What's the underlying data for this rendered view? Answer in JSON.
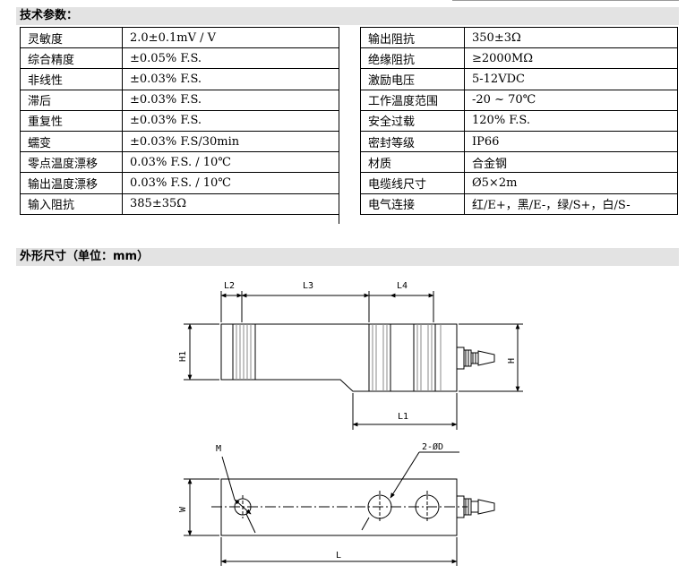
{
  "section1": {
    "title": "技术参数："
  },
  "section2": {
    "title": "外形尺寸（单位：mm）"
  },
  "specs_left": [
    {
      "label": "灵敏度",
      "value": "2.0±0.1mV / V"
    },
    {
      "label": "综合精度",
      "value": "±0.05% F.S."
    },
    {
      "label": "非线性",
      "value": "±0.03% F.S."
    },
    {
      "label": "滞后",
      "value": "±0.03% F.S."
    },
    {
      "label": "重复性",
      "value": "±0.03% F.S."
    },
    {
      "label": "蠕变",
      "value": "±0.03% F.S/30min"
    },
    {
      "label": "零点温度漂移",
      "value": "0.03% F.S. / 10℃"
    },
    {
      "label": "输出温度漂移",
      "value": "0.03% F.S. / 10℃"
    },
    {
      "label": "输入阻抗",
      "value": "385±35Ω"
    }
  ],
  "specs_right": [
    {
      "label": "输出阻抗",
      "value": "350±3Ω"
    },
    {
      "label": "绝缘阻抗",
      "value": "≥2000MΩ"
    },
    {
      "label": "激励电压",
      "value": "5-12VDC"
    },
    {
      "label": "工作温度范围",
      "value": "-20 ~ 70℃"
    },
    {
      "label": "安全过载",
      "value": "120% F.S."
    },
    {
      "label": "密封等级",
      "value": "IP66"
    },
    {
      "label": "材质",
      "value": "合金钢"
    },
    {
      "label": "电缆线尺寸",
      "value": "Ø5×2m"
    },
    {
      "label": "电气连接",
      "value": "红/E+，黑/E-，绿/S+，白/S-"
    }
  ],
  "drawing": {
    "labels": {
      "l2": "L2",
      "l3": "L3",
      "l4": "L4",
      "h1": "H1",
      "h": "H",
      "l1": "L1",
      "m": "M",
      "holes": "2-ØD",
      "w": "W",
      "l": "L"
    }
  }
}
